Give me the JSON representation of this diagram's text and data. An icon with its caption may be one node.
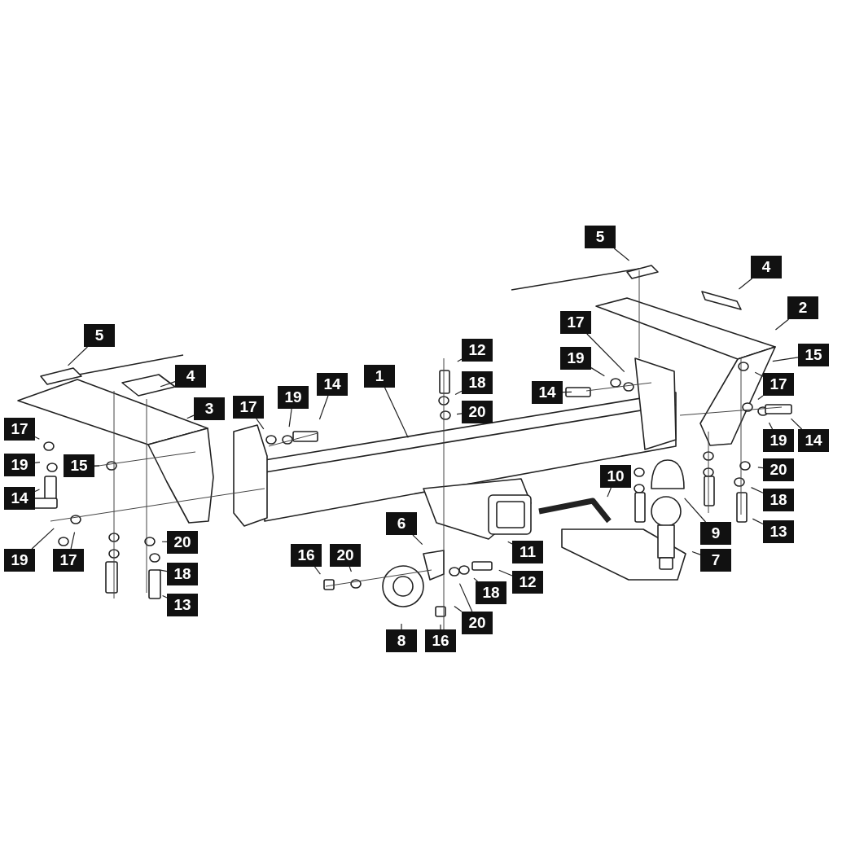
{
  "diagram": {
    "nodes": [
      {
        "text": [
          "5"
        ]
      },
      {
        "text": [
          "4"
        ]
      },
      {
        "text": [
          "3"
        ]
      },
      {
        "text": [
          "17"
        ]
      },
      {
        "text": [
          "19"
        ]
      },
      {
        "text": [
          "15"
        ]
      },
      {
        "text": [
          "14"
        ]
      },
      {
        "text": [
          "19"
        ]
      },
      {
        "text": [
          "17"
        ]
      },
      {
        "text": [
          "20"
        ]
      },
      {
        "text": [
          "18"
        ]
      },
      {
        "text": [
          "13"
        ]
      },
      {
        "text": [
          "17"
        ]
      },
      {
        "text": [
          "19"
        ]
      },
      {
        "text": [
          "14"
        ]
      },
      {
        "text": [
          "1"
        ]
      },
      {
        "text": [
          "12"
        ]
      },
      {
        "text": [
          "18"
        ]
      },
      {
        "text": [
          "20"
        ]
      },
      {
        "text": [
          "6"
        ]
      },
      {
        "text": [
          "16"
        ]
      },
      {
        "text": [
          "20"
        ]
      },
      {
        "text": [
          "8"
        ]
      },
      {
        "text": [
          "16"
        ]
      },
      {
        "text": [
          "20"
        ]
      },
      {
        "text": [
          "18"
        ]
      },
      {
        "text": [
          "11"
        ]
      },
      {
        "text": [
          "12"
        ]
      },
      {
        "text": [
          "5"
        ]
      },
      {
        "text": [
          "4"
        ]
      },
      {
        "text": [
          "2"
        ]
      },
      {
        "text": [
          "17"
        ]
      },
      {
        "text": [
          "19"
        ]
      },
      {
        "text": [
          "14"
        ]
      },
      {
        "text": [
          "15"
        ]
      },
      {
        "text": [
          "17"
        ]
      },
      {
        "text": [
          "19"
        ]
      },
      {
        "text": [
          "14"
        ]
      },
      {
        "text": [
          "20"
        ]
      },
      {
        "text": [
          "18"
        ]
      },
      {
        "text": [
          "13"
        ]
      },
      {
        "text": [
          "10"
        ]
      },
      {
        "text": [
          "9"
        ]
      },
      {
        "text": [
          "7"
        ]
      }
    ],
    "edges": [
      {
        "from": 0,
        "to": null,
        "arrow": "none"
      },
      {
        "from": 1,
        "to": null,
        "arrow": "none"
      },
      {
        "from": 2,
        "to": null,
        "arrow": "none"
      },
      {
        "from": 3,
        "to": null,
        "arrow": "none"
      },
      {
        "from": 4,
        "to": null,
        "arrow": "none"
      },
      {
        "from": 5,
        "to": null,
        "arrow": "none"
      },
      {
        "from": 6,
        "to": null,
        "arrow": "none"
      },
      {
        "from": 7,
        "to": null,
        "arrow": "none"
      },
      {
        "from": 8,
        "to": null,
        "arrow": "none"
      },
      {
        "from": 9,
        "to": null,
        "arrow": "none"
      },
      {
        "from": 10,
        "to": null,
        "arrow": "none"
      },
      {
        "from": 11,
        "to": null,
        "arrow": "none"
      },
      {
        "from": 12,
        "to": null,
        "arrow": "none"
      },
      {
        "from": 13,
        "to": null,
        "arrow": "none"
      },
      {
        "from": 14,
        "to": null,
        "arrow": "none"
      },
      {
        "from": 15,
        "to": null,
        "arrow": "none"
      },
      {
        "from": 16,
        "to": null,
        "arrow": "none"
      },
      {
        "from": 17,
        "to": null,
        "arrow": "none"
      },
      {
        "from": 18,
        "to": null,
        "arrow": "none"
      },
      {
        "from": 19,
        "to": null,
        "arrow": "none"
      },
      {
        "from": 20,
        "to": null,
        "arrow": "none"
      },
      {
        "from": 21,
        "to": null,
        "arrow": "none"
      },
      {
        "from": 22,
        "to": null,
        "arrow": "none"
      },
      {
        "from": 23,
        "to": null,
        "arrow": "none"
      },
      {
        "from": 24,
        "to": null,
        "arrow": "none"
      },
      {
        "from": 24,
        "to": null,
        "arrow": "none"
      },
      {
        "from": 25,
        "to": null,
        "arrow": "none"
      },
      {
        "from": 26,
        "to": null,
        "arrow": "none"
      },
      {
        "from": 27,
        "to": null,
        "arrow": "none"
      },
      {
        "from": 28,
        "to": null,
        "arrow": "none"
      },
      {
        "from": 29,
        "to": null,
        "arrow": "none"
      },
      {
        "from": 30,
        "to": null,
        "arrow": "none"
      },
      {
        "from": 31,
        "to": null,
        "arrow": "none"
      },
      {
        "from": 32,
        "to": null,
        "arrow": "none"
      },
      {
        "from": 33,
        "to": null,
        "arrow": "none"
      },
      {
        "from": 34,
        "to": null,
        "arrow": "none"
      },
      {
        "from": 35,
        "to": null,
        "arrow": "none"
      },
      {
        "from": 35,
        "to": null,
        "arrow": "none"
      },
      {
        "from": 36,
        "to": null,
        "arrow": "none"
      },
      {
        "from": 37,
        "to": null,
        "arrow": "none"
      },
      {
        "from": 38,
        "to": null,
        "arrow": "none"
      },
      {
        "from": 39,
        "to": null,
        "arrow": "none"
      },
      {
        "from": 40,
        "to": null,
        "arrow": "none"
      },
      {
        "from": 41,
        "to": null,
        "arrow": "none"
      },
      {
        "from": 42,
        "to": null,
        "arrow": "none"
      },
      {
        "from": 43,
        "to": null,
        "arrow": "none"
      }
    ]
  }
}
